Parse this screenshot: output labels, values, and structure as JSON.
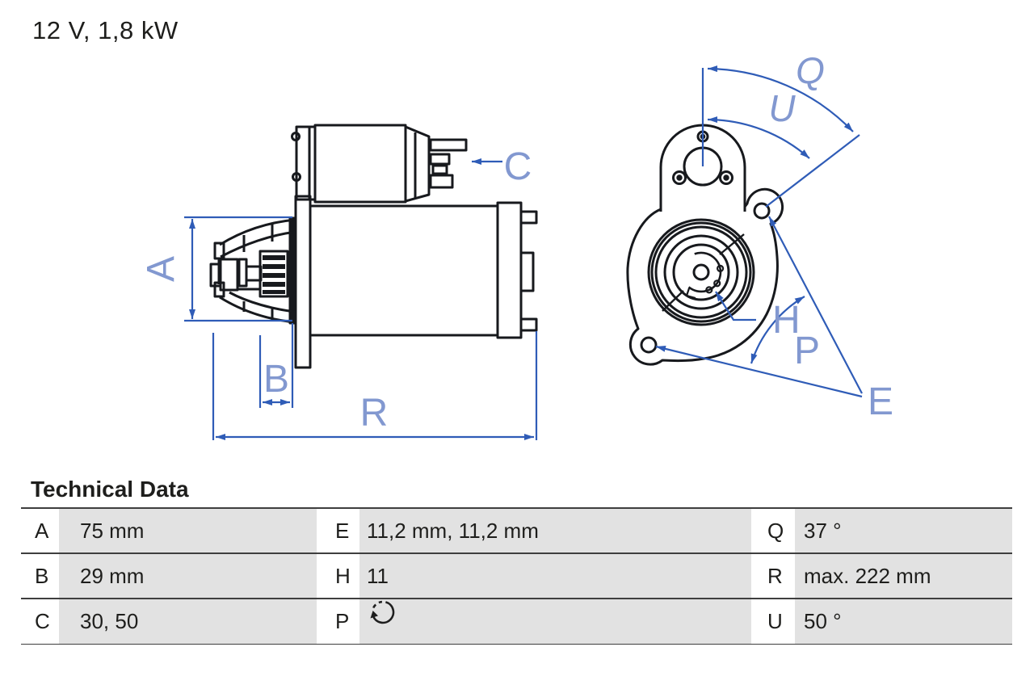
{
  "title": "12 V, 1,8 kW",
  "technical_data": {
    "heading": "Technical Data",
    "columns": [
      {
        "rows": [
          {
            "letter": "A",
            "value": "75 mm"
          },
          {
            "letter": "B",
            "value": "29 mm"
          },
          {
            "letter": "C",
            "value": "30, 50"
          }
        ]
      },
      {
        "rows": [
          {
            "letter": "E",
            "value": "11,2 mm, 11,2 mm"
          },
          {
            "letter": "H",
            "value": "11"
          },
          {
            "letter": "P",
            "value": "",
            "icon": "rotation-direction-ccw-icon"
          }
        ]
      },
      {
        "rows": [
          {
            "letter": "Q",
            "value": "37 °"
          },
          {
            "letter": "R",
            "value": "max. 222 mm"
          },
          {
            "letter": "U",
            "value": "50 °"
          }
        ]
      }
    ]
  },
  "diagram": {
    "side_view_labels": {
      "A": "A",
      "B": "B",
      "C": "C",
      "R": "R"
    },
    "front_view_labels": {
      "Q": "Q",
      "U": "U",
      "H": "H",
      "P": "P",
      "E": "E"
    },
    "colors": {
      "outline": "#17191d",
      "dimension_line": "#2f5cb7",
      "dimension_label": "#8298d0",
      "table_cell_gray": "#e2e2e2",
      "table_rule": "#3e3e3e"
    }
  }
}
